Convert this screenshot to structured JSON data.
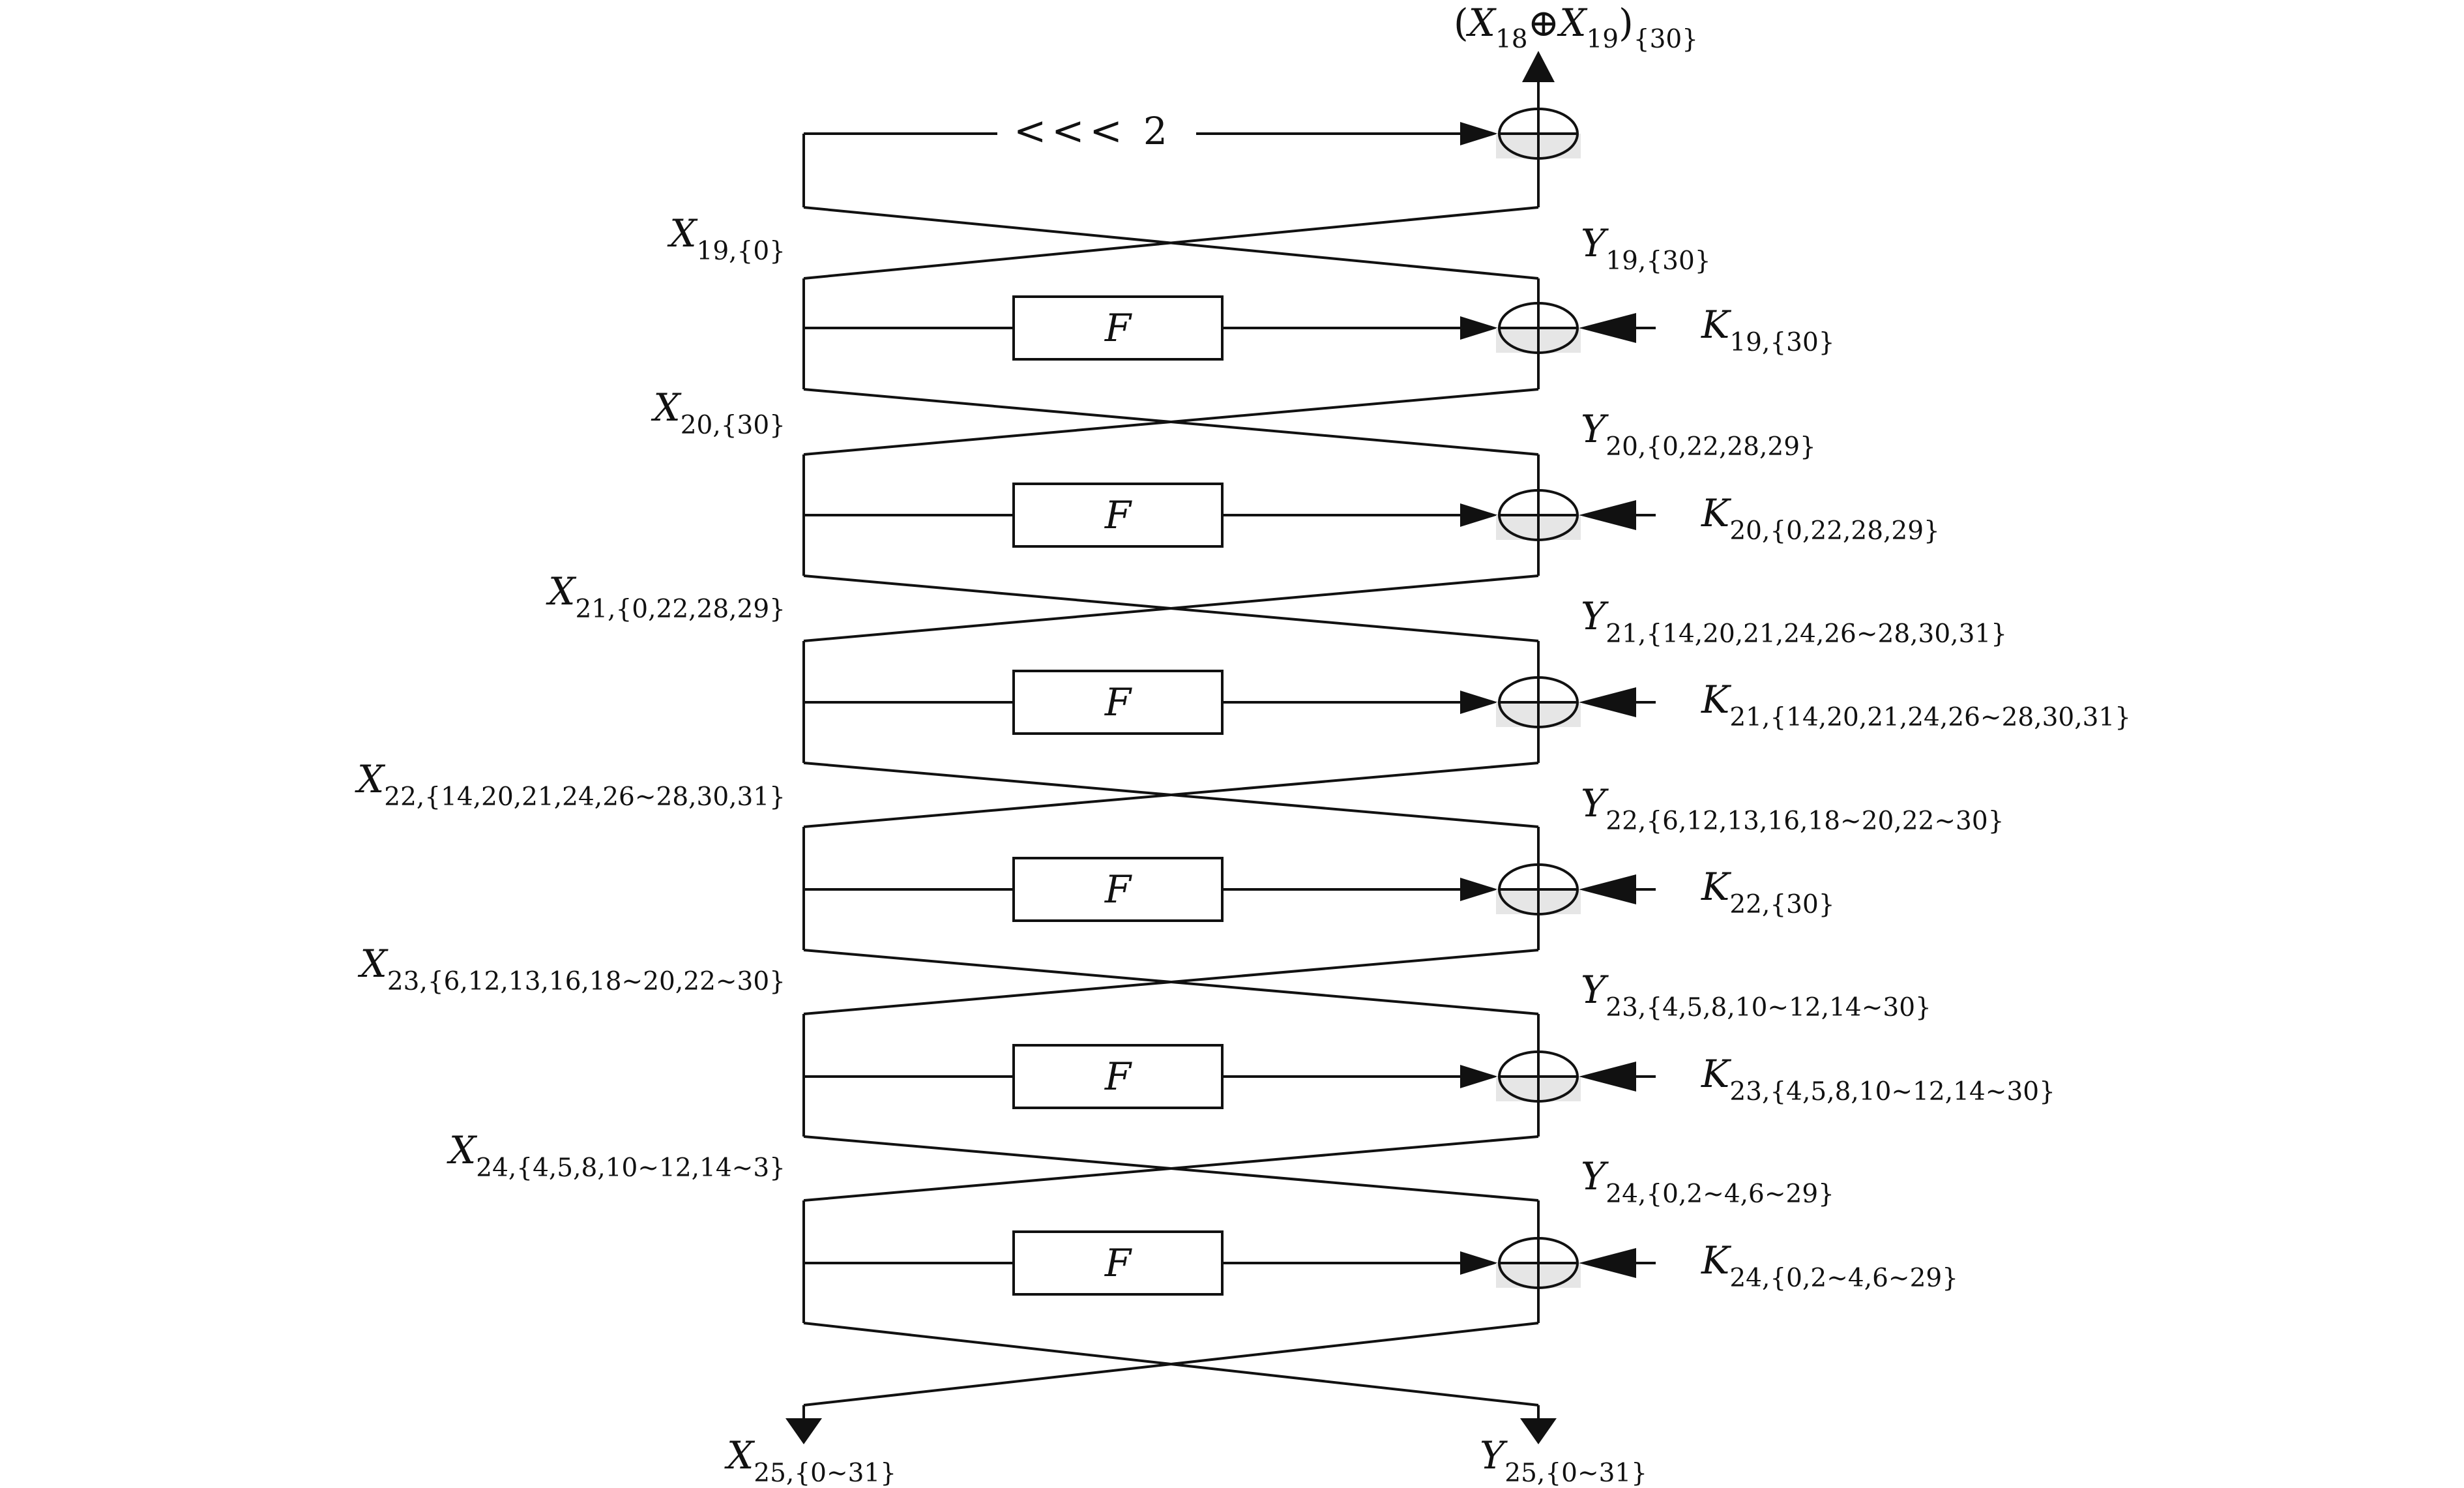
{
  "diagram": {
    "top_output": {
      "open": "(",
      "x1": "X",
      "x1_sub": "18",
      "xor": "⊕",
      "x2": "X",
      "x2_sub": "19",
      "close": ")",
      "outer_sub": "{30}"
    },
    "rotation_label": "<<<",
    "rotation_amount": "2",
    "f_label": "F",
    "rounds": [
      {
        "x_main": "X",
        "x_sub": "19,{0}",
        "y_main": "Y",
        "y_sub": "19,{30}",
        "k_main": "K",
        "k_sub": "19,{30}"
      },
      {
        "x_main": "X",
        "x_sub": "20,{30}",
        "y_main": "Y",
        "y_sub": "20,{0,22,28,29}",
        "k_main": "K",
        "k_sub": "20,{0,22,28,29}"
      },
      {
        "x_main": "X",
        "x_sub": "21,{0,22,28,29}",
        "y_main": "Y",
        "y_sub": "21,{14,20,21,24,26~28,30,31}",
        "k_main": "K",
        "k_sub": "21,{14,20,21,24,26~28,30,31}"
      },
      {
        "x_main": "X",
        "x_sub": "22,{14,20,21,24,26~28,30,31}",
        "y_main": "Y",
        "y_sub": "22,{6,12,13,16,18~20,22~30}",
        "k_main": "K",
        "k_sub": "22,{30}"
      },
      {
        "x_main": "X",
        "x_sub": "23,{6,12,13,16,18~20,22~30}",
        "y_main": "Y",
        "y_sub": "23,{4,5,8,10~12,14~30}",
        "k_main": "K",
        "k_sub": "23,{4,5,8,10~12,14~30}"
      },
      {
        "x_main": "X",
        "x_sub": "24,{4,5,8,10~12,14~3}",
        "y_main": "Y",
        "y_sub": "24,{0,2~4,6~29}",
        "k_main": "K",
        "k_sub": "24,{0,2~4,6~29}"
      }
    ],
    "outputs": {
      "left_main": "X",
      "left_sub": "25,{0~31}",
      "right_main": "Y",
      "right_sub": "25,{0~31}"
    }
  }
}
